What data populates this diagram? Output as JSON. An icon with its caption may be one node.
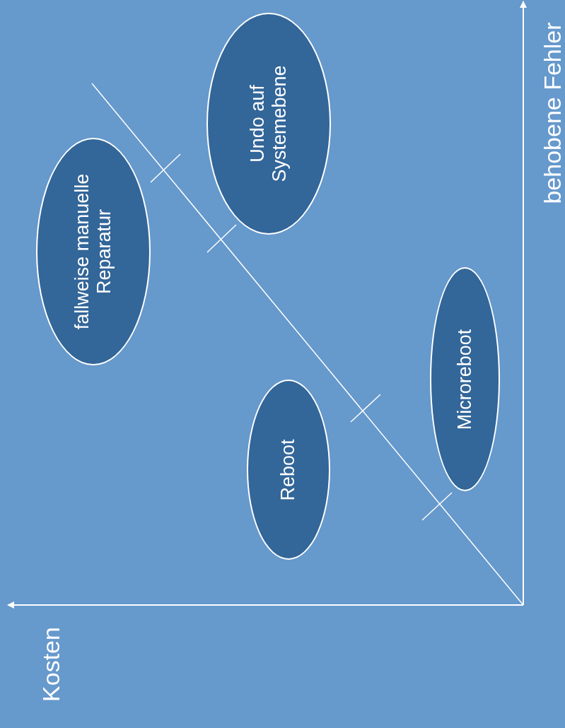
{
  "diagram": {
    "nodes": [
      {
        "text": [
          "fallweise manuelle Reparatur"
        ]
      },
      {
        "text": [
          "Undo auf Systemebene"
        ]
      },
      {
        "text": [
          "Reboot"
        ]
      },
      {
        "text": [
          "Microreboot"
        ]
      }
    ],
    "labels": [
      "behobene Fehler",
      "Kosten"
    ]
  }
}
